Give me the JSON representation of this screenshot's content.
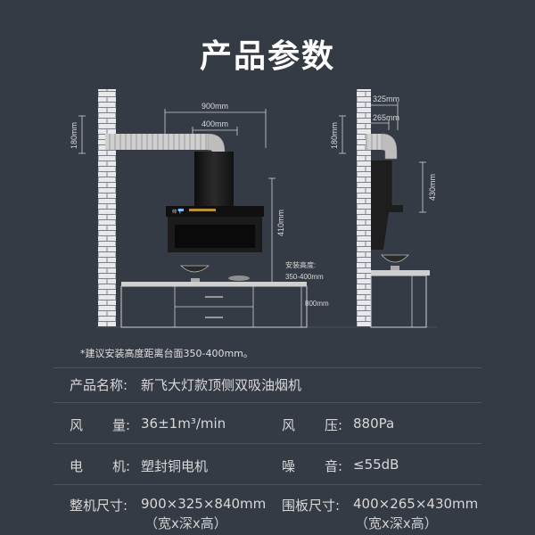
{
  "header": {
    "title": "产品参数"
  },
  "diagram": {
    "dim_width_total": "900mm",
    "dim_width_inner": "400mm",
    "dim_duct_height": "180mm",
    "dim_hood_height": "410mm",
    "install_height_label": "安装高度:",
    "install_height_value": "350-400mm",
    "counter_height": "800mm",
    "side_depth_total": "325mm",
    "side_depth_inner": "265mm",
    "side_duct_height": "180mm",
    "side_panel_height": "430mm",
    "hood_logo": "帅飞"
  },
  "note": "*建议安装高度距离台面350-400mm。",
  "specs": {
    "name_label": "产品名称:",
    "name_value": "新飞大灯款顶侧双吸油烟机",
    "airflow_label_1": "风",
    "airflow_label_2": "量:",
    "airflow_value": "36±1m³/min",
    "pressure_label_1": "风",
    "pressure_label_2": "压:",
    "pressure_value": "880Pa",
    "motor_label_1": "电",
    "motor_label_2": "机:",
    "motor_value": "塑封铜电机",
    "noise_label_1": "噪",
    "noise_label_2": "音:",
    "noise_value": "≤55dB",
    "size_label": "整机尺寸:",
    "size_value": "900×325×840mm",
    "size_note": "（宽x深x高）",
    "panel_label": "围板尺寸:",
    "panel_value": "400×265×430mm",
    "panel_note": "（宽x深x高）"
  },
  "colors": {
    "background": "#353b44",
    "brick": "#e8e8e8",
    "hood": "#1a1a1a"
  }
}
